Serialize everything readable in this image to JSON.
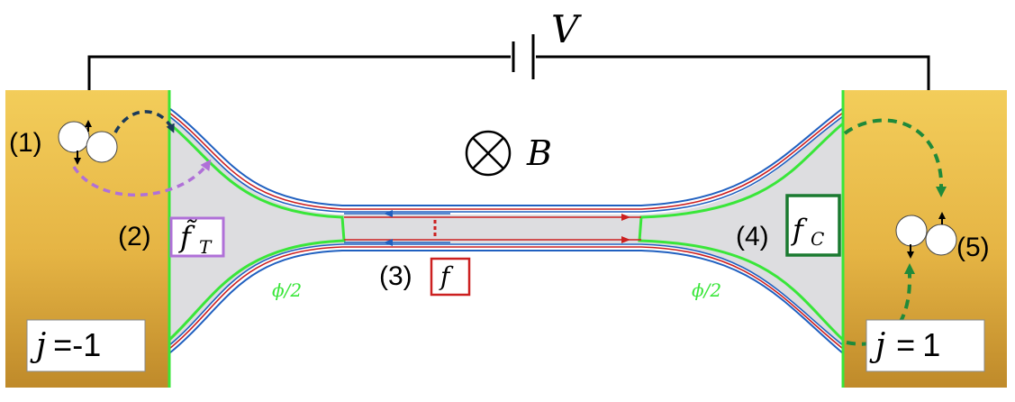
{
  "voltage_label": "V",
  "field_label": "B",
  "steps": [
    {
      "label": "(1)"
    },
    {
      "label": "(2)",
      "symbol": "f̃",
      "subscript": "T"
    },
    {
      "label": "(3)",
      "symbol": "f"
    },
    {
      "label": "(4)",
      "symbol": "f",
      "subscript": "C"
    },
    {
      "label": "(5)"
    }
  ],
  "phase_left": "ϕ/2",
  "phase_right": "ϕ/2",
  "lead_left": {
    "j": "j",
    "eq": "=",
    "value": "-1"
  },
  "lead_right": {
    "j": "j",
    "eq": "=",
    "value": "1"
  },
  "colors": {
    "lead_gold": "#e6b442",
    "cavity_fill": "#dddde0",
    "green_edge": "#39e639",
    "blue_edge": "#2060c0",
    "red_edge": "#cc2020",
    "purple": "#b070d8",
    "dark_teal": "#1a3a5a",
    "dark_green": "#1f8a3a",
    "box_green": "#1a7a30"
  }
}
